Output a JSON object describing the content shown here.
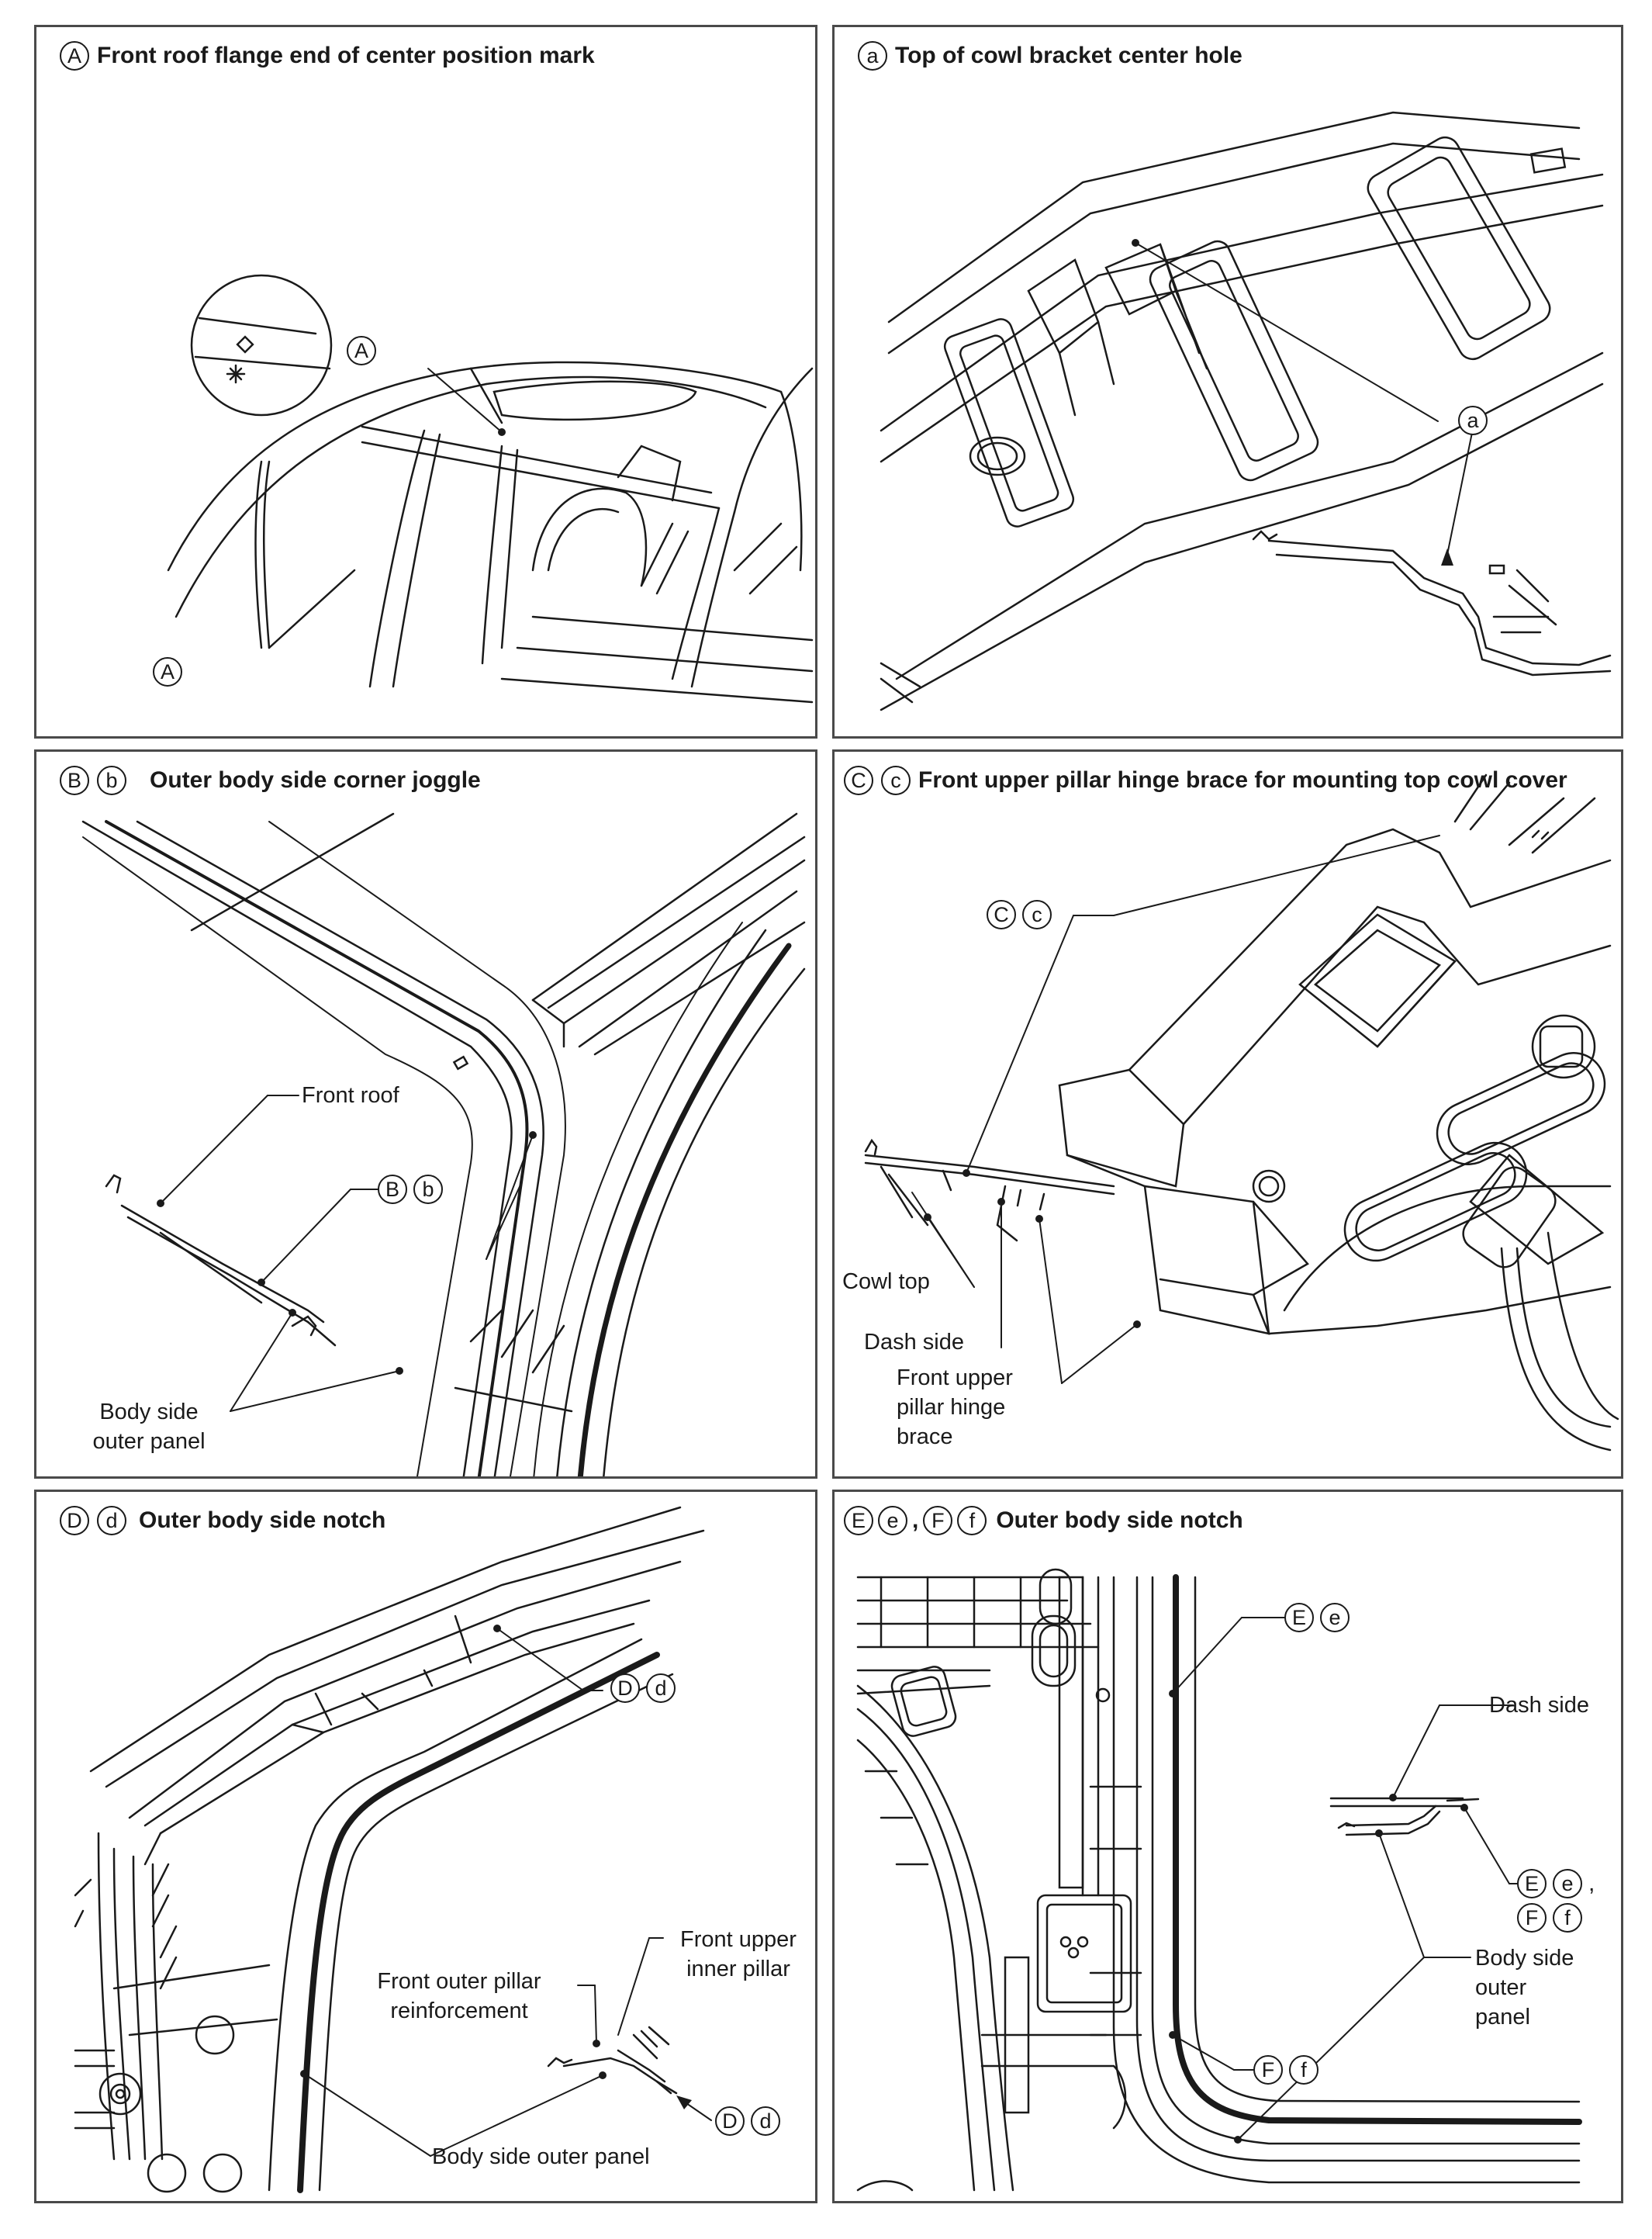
{
  "panels": [
    {
      "title_marks": [
        "A"
      ],
      "title": "Front roof flange end of center position mark",
      "callout_marks": [
        "A"
      ],
      "bottom_mark": "A"
    },
    {
      "title_marks": [
        "a"
      ],
      "title": "Top of cowl bracket center hole",
      "callout_marks": [
        "a"
      ]
    },
    {
      "title_marks": [
        "B",
        "b"
      ],
      "title": "Outer body side corner joggle",
      "labels": {
        "front_roof": "Front roof",
        "body_side_line1": "Body side",
        "body_side_line2": "outer panel"
      },
      "callout_marks": [
        "B",
        "b"
      ]
    },
    {
      "title_marks": [
        "C",
        "c"
      ],
      "title": "Front upper pillar hinge brace for mounting top cowl cover",
      "labels": {
        "cowl_top": "Cowl top",
        "dash_side": "Dash side",
        "hinge_line1": "Front upper",
        "hinge_line2": "pillar hinge",
        "hinge_line3": "brace"
      },
      "callout_marks": [
        "C",
        "c"
      ]
    },
    {
      "title_marks": [
        "D",
        "d"
      ],
      "title": "Outer body side notch",
      "labels": {
        "reinf_line1": "Front outer pillar",
        "reinf_line2": "reinforcement",
        "inner_line1": "Front upper",
        "inner_line2": "inner pillar",
        "body_side": "Body side outer panel"
      },
      "callout_marks": [
        "D",
        "d"
      ],
      "arrow_marks": [
        "D",
        "d"
      ]
    },
    {
      "title_marks": [
        "E",
        "e",
        "F",
        "f"
      ],
      "title_separator": ",",
      "title": "Outer body side notch",
      "labels": {
        "dash_side": "Dash side",
        "body_line1": "Body side",
        "body_line2": "outer",
        "body_line3": "panel"
      },
      "callout_e": [
        "E",
        "e"
      ],
      "callout_f": [
        "F",
        "f"
      ],
      "section_e": [
        "E",
        "e"
      ],
      "section_sep": ",",
      "section_f": [
        "F",
        "f"
      ]
    }
  ]
}
